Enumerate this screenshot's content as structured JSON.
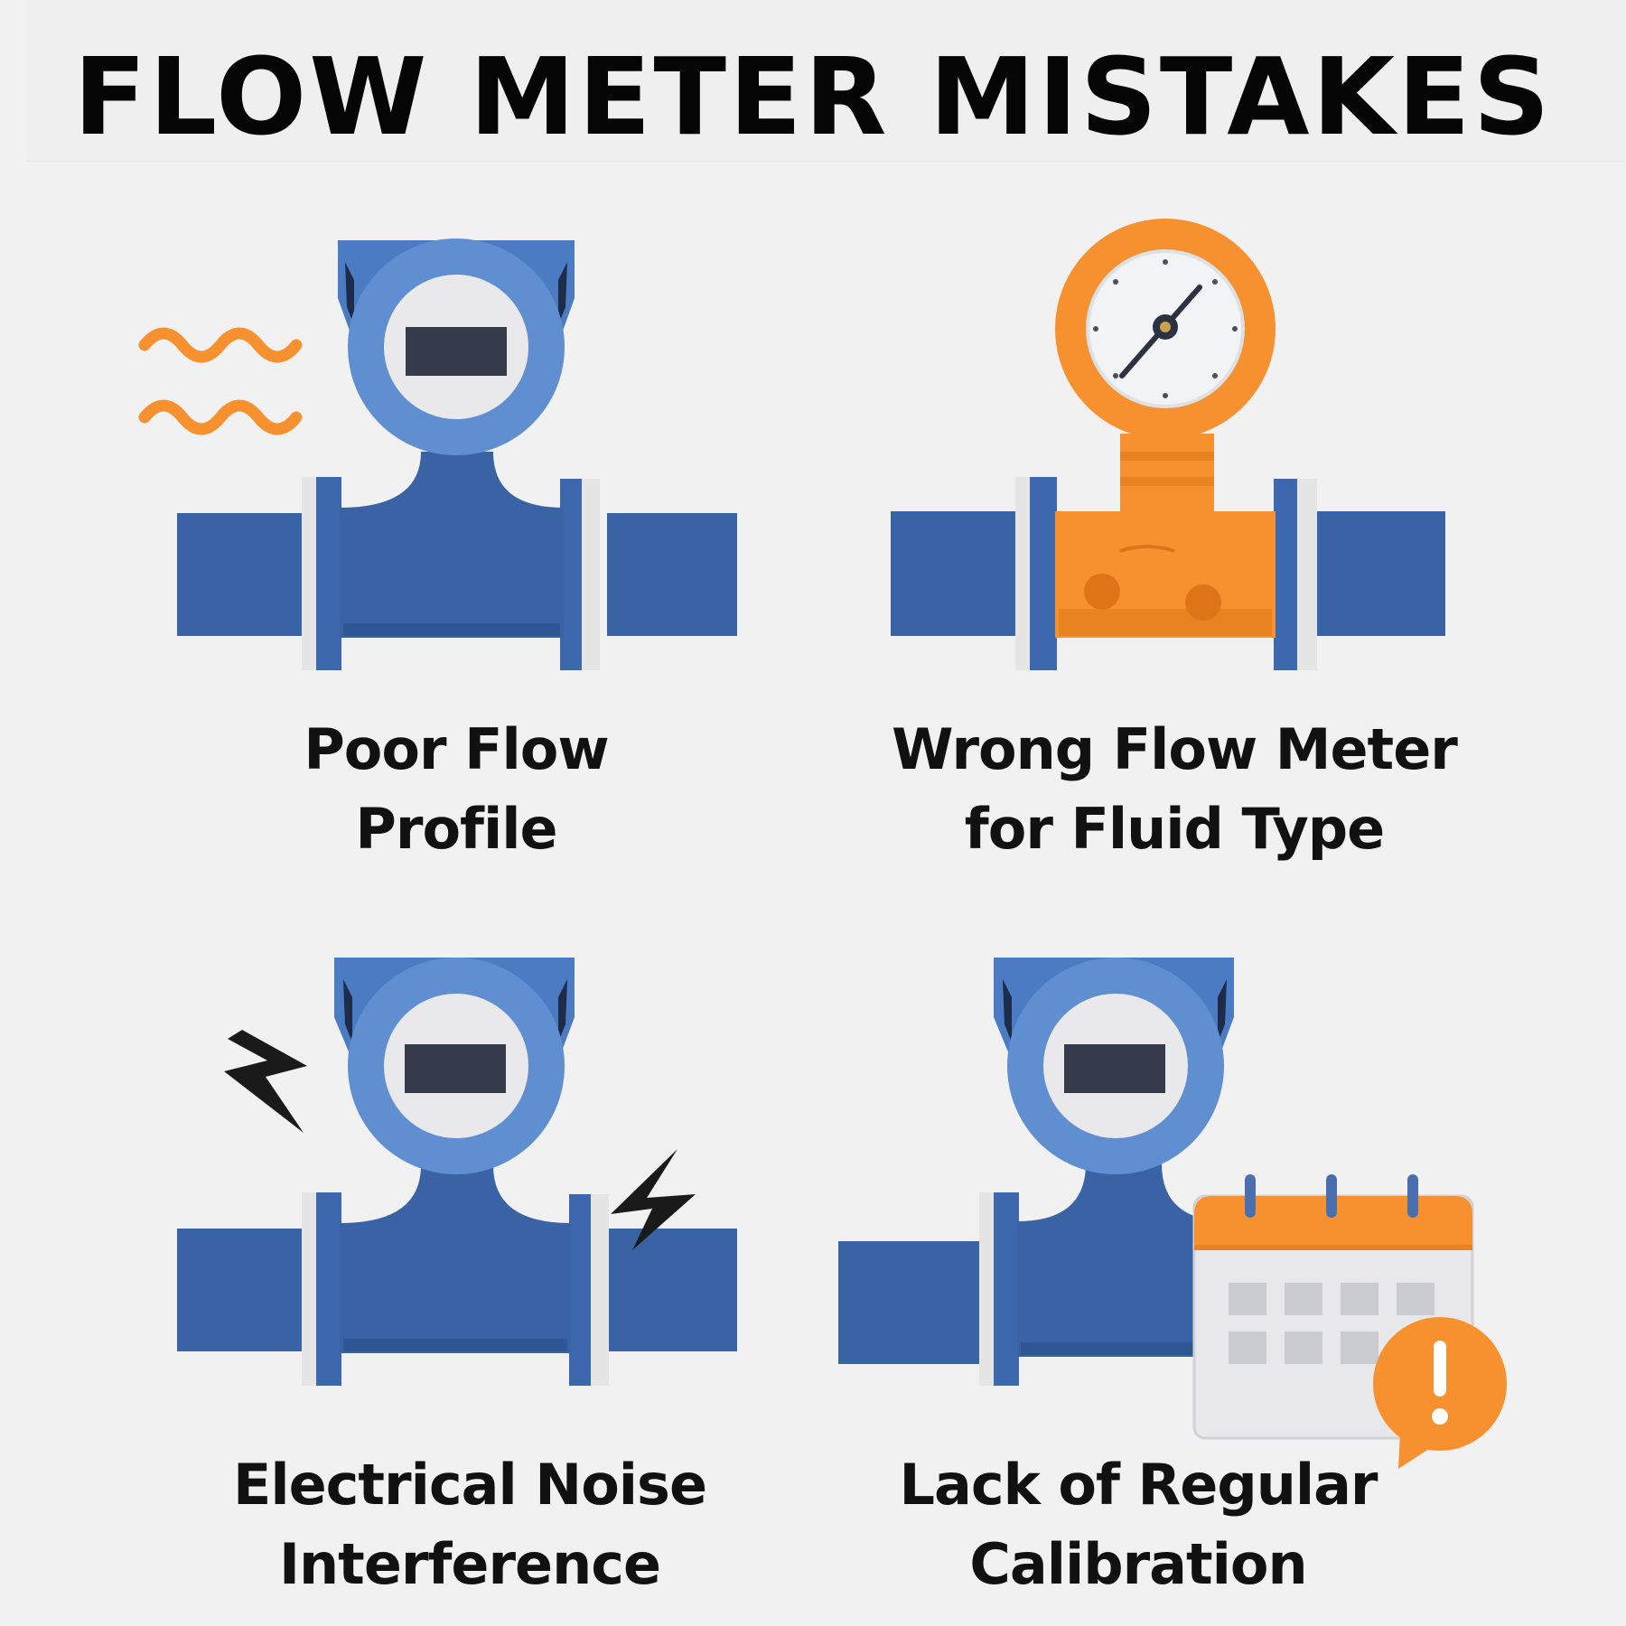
{
  "title": "FLOW METER MISTAKES",
  "panels": [
    {
      "id": "poor-flow-profile",
      "caption_line1": "Poor Flow",
      "caption_line2": "Profile",
      "icons": [
        "flow-meter-icon",
        "wavy-flow-icon"
      ]
    },
    {
      "id": "wrong-flow-meter",
      "caption_line1": "Wrong Flow Meter",
      "caption_line2": "for Fluid Type",
      "icons": [
        "pressure-gauge-meter-icon"
      ]
    },
    {
      "id": "electrical-noise",
      "caption_line1": "Electrical Noise",
      "caption_line2": "Interference",
      "icons": [
        "flow-meter-icon",
        "lightning-bolt-icon"
      ]
    },
    {
      "id": "lack-of-calibration",
      "caption_line1": "Lack of Regular",
      "caption_line2": "Calibration",
      "icons": [
        "flow-meter-icon",
        "calendar-icon",
        "alert-icon"
      ]
    }
  ],
  "colors": {
    "pipe_blue": "#3a63a6",
    "meter_light_blue": "#5f8fd0",
    "accent_orange": "#f7902e",
    "screen_dark": "#353b4a",
    "background": "#f1f1f1"
  }
}
